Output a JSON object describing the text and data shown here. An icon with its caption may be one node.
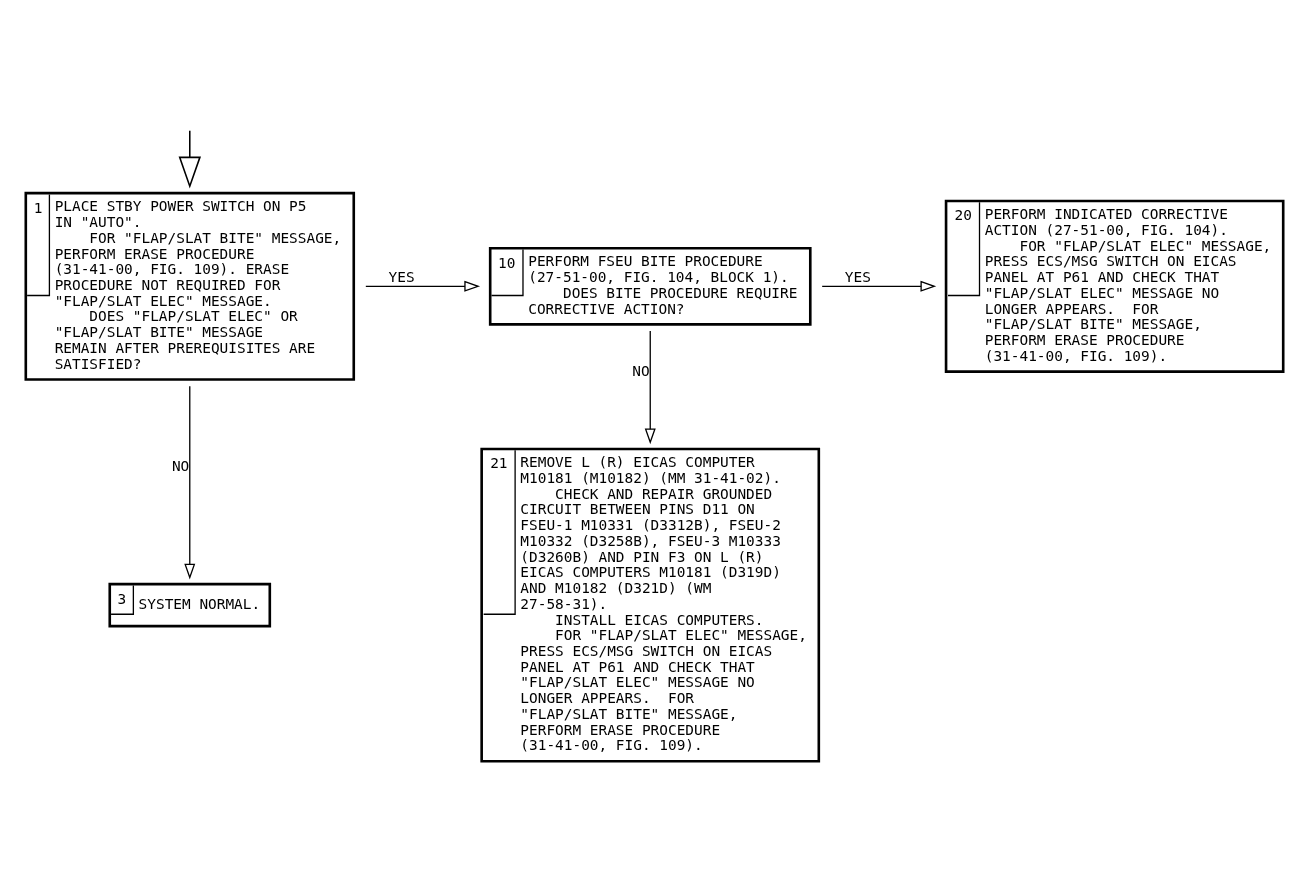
{
  "diagram": {
    "nodes": [
      {
        "text": [
          "1",
          "PLACE STBY POWER SWITCH ON P5 IN \"AUTO\".",
          "FOR \"FLAP/SLAT BITE\" MESSAGE, PERFORM ERASE PROCEDURE (31-41-00, FIG. 109). ERASE PROCEDURE NOT REQUIRED FOR \"FLAP/SLAT ELEC\" MESSAGE.",
          "DOES \"FLAP/SLAT ELEC\" OR \"FLAP/SLAT BITE\" MESSAGE REMAIN AFTER PREREQUISITES ARE SATISFIED?"
        ]
      },
      {
        "text": [
          "3",
          "SYSTEM NORMAL."
        ]
      },
      {
        "text": [
          "10",
          "PERFORM FSEU BITE PROCEDURE (27-51-00, FIG. 104, BLOCK 1).",
          "DOES BITE PROCEDURE REQUIRE CORRECTIVE ACTION?"
        ]
      },
      {
        "text": [
          "20",
          "PERFORM INDICATED CORRECTIVE ACTION (27-51-00, FIG. 104).",
          "FOR \"FLAP/SLAT ELEC\" MESSAGE, PRESS ECS/MSG SWITCH ON EICAS PANEL AT P61 AND CHECK THAT \"FLAP/SLAT ELEC\" MESSAGE NO LONGER APPEARS.  FOR \"FLAP/SLAT BITE\" MESSAGE, PERFORM ERASE PROCEDURE (31-41-00, FIG. 109)."
        ]
      },
      {
        "text": [
          "21",
          "REMOVE L (R) EICAS COMPUTER M10181 (M10182) (MM 31-41-02).",
          "CHECK AND REPAIR GROUNDED CIRCUIT BETWEEN PINS D11 ON FSEU-1 M10331 (D3312B), FSEU-2 M10332 (D3258B), FSEU-3 M10333 (D3260B) AND PIN F3 ON L (R) EICAS COMPUTERS M10181 (D319D) AND M10182 (D321D) (WM 27-58-31).",
          "INSTALL EICAS COMPUTERS.",
          "FOR \"FLAP/SLAT ELEC\" MESSAGE, PRESS ECS/MSG SWITCH ON EICAS PANEL AT P61 AND CHECK THAT \"FLAP/SLAT ELEC\" MESSAGE NO LONGER APPEARS.  FOR \"FLAP/SLAT BITE\" MESSAGE, PERFORM ERASE PROCEDURE (31-41-00, FIG. 109)."
        ]
      }
    ],
    "edges": [
      {
        "from": null,
        "to": 0,
        "arrow": "to"
      },
      {
        "from": 0,
        "to": 2,
        "arrow": "to",
        "label": "YES"
      },
      {
        "from": 2,
        "to": 3,
        "arrow": "to",
        "label": "YES"
      },
      {
        "from": 0,
        "to": 1,
        "arrow": "to",
        "label": "NO"
      },
      {
        "from": 2,
        "to": 4,
        "arrow": "to",
        "label": "NO"
      }
    ]
  }
}
